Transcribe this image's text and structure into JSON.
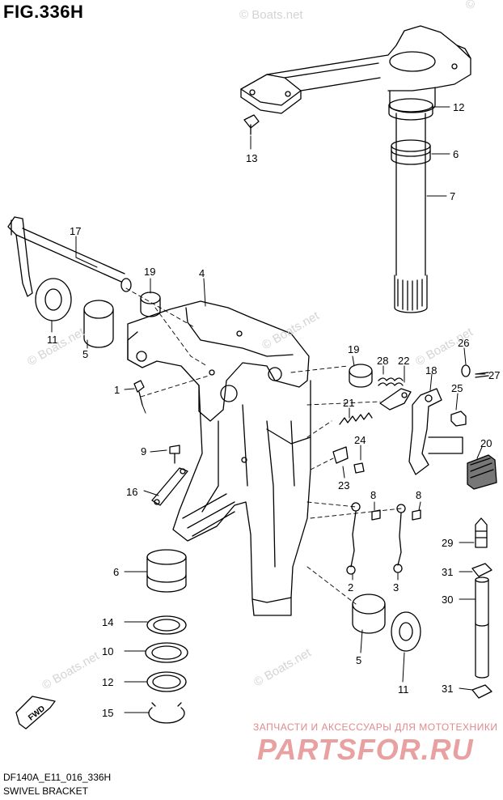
{
  "figure": {
    "title": "FIG.336H",
    "model_code": "DF140A_E11_016_336H",
    "caption": "SWIVEL BRACKET"
  },
  "watermark": {
    "text": "© Boats.net",
    "partial": "© Boat"
  },
  "promo": {
    "line": "ЗАПЧАСТИ И АКСЕССУАРЫ ДЛЯ МОТОТЕХНИКИ",
    "brand": "PARTSFOR.RU",
    "color": "#e8a0a0"
  },
  "fwd_label": "FWD",
  "callouts": [
    "12",
    "6",
    "7",
    "13",
    "17",
    "19",
    "4",
    "11",
    "5",
    "1",
    "19",
    "28",
    "22",
    "26",
    "27",
    "18",
    "25",
    "21",
    "9",
    "24",
    "20",
    "16",
    "23",
    "8",
    "8",
    "6",
    "29",
    "2",
    "3",
    "31",
    "30",
    "14",
    "10",
    "5",
    "12",
    "11",
    "31",
    "15"
  ]
}
